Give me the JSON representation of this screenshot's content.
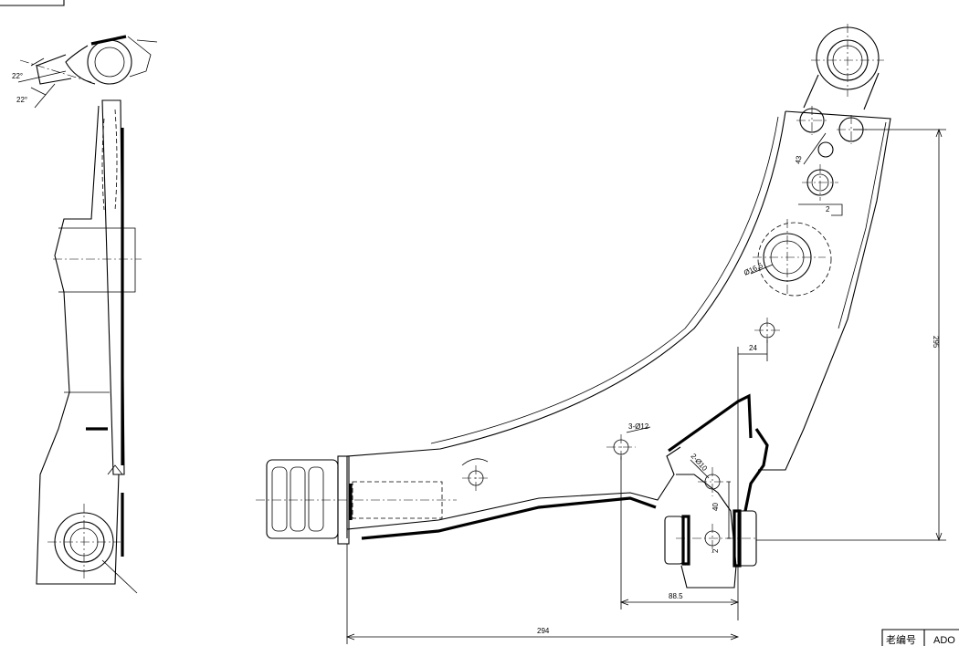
{
  "header": {
    "title_box": ""
  },
  "side_view": {
    "callout_label": "",
    "angle_upper": "22°",
    "angle_lower": "22°",
    "thread_label": "",
    "taper_label": "",
    "bushing_label": ""
  },
  "plan_view": {
    "dim_height": "295",
    "dim_hole_diameter": "Ø16.5",
    "dim_24": "24",
    "dim_holes_3x12": "3-Ø12",
    "dim_2x10": "2-Ø10",
    "dim_40": "40",
    "dim_2": "2",
    "dim_88_5": "88.5",
    "dim_294": "294",
    "dim_small_2": "2",
    "dim_43": "43"
  },
  "title_block": {
    "label": "老编号",
    "code": "ADO"
  }
}
